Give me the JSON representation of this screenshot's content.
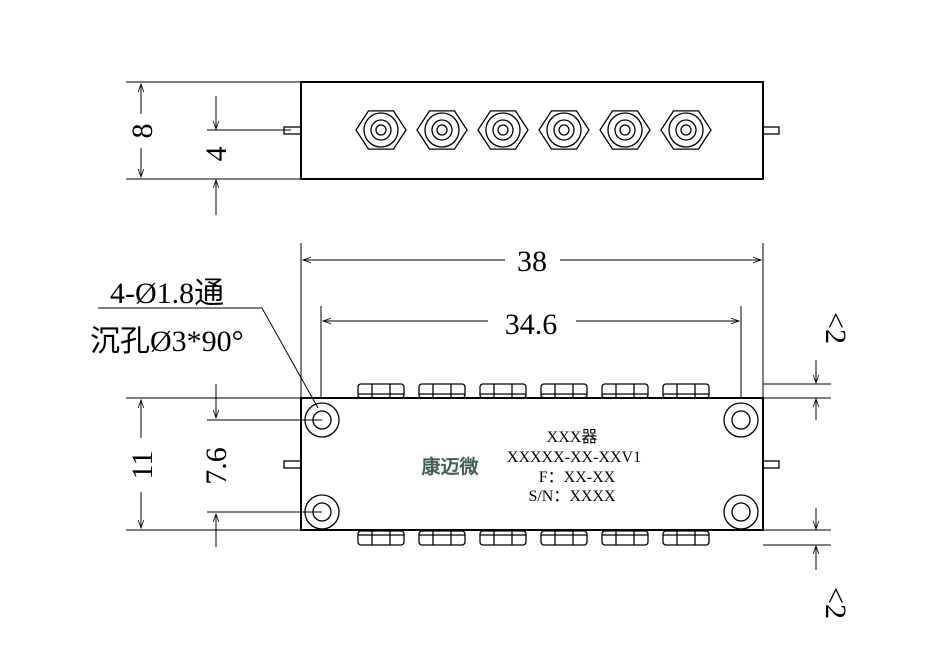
{
  "dimensions": {
    "top_height": "8",
    "top_center": "4",
    "total_length": "38",
    "hole_spacing": "34.6",
    "bottom_height": "11",
    "hole_vertical": "7.6",
    "right_top_offset": "<2",
    "right_bottom_offset": "<2"
  },
  "note": {
    "line1": "4-Ø1.8通",
    "line2": "沉孔Ø3*90°"
  },
  "label": {
    "model": "XXX器",
    "part_no": "XXXXX-XX-XXV1",
    "freq": "F：XX-XX",
    "serial": "S/N：XXXX"
  },
  "logo_text": "康迈微",
  "connector_count": 6
}
